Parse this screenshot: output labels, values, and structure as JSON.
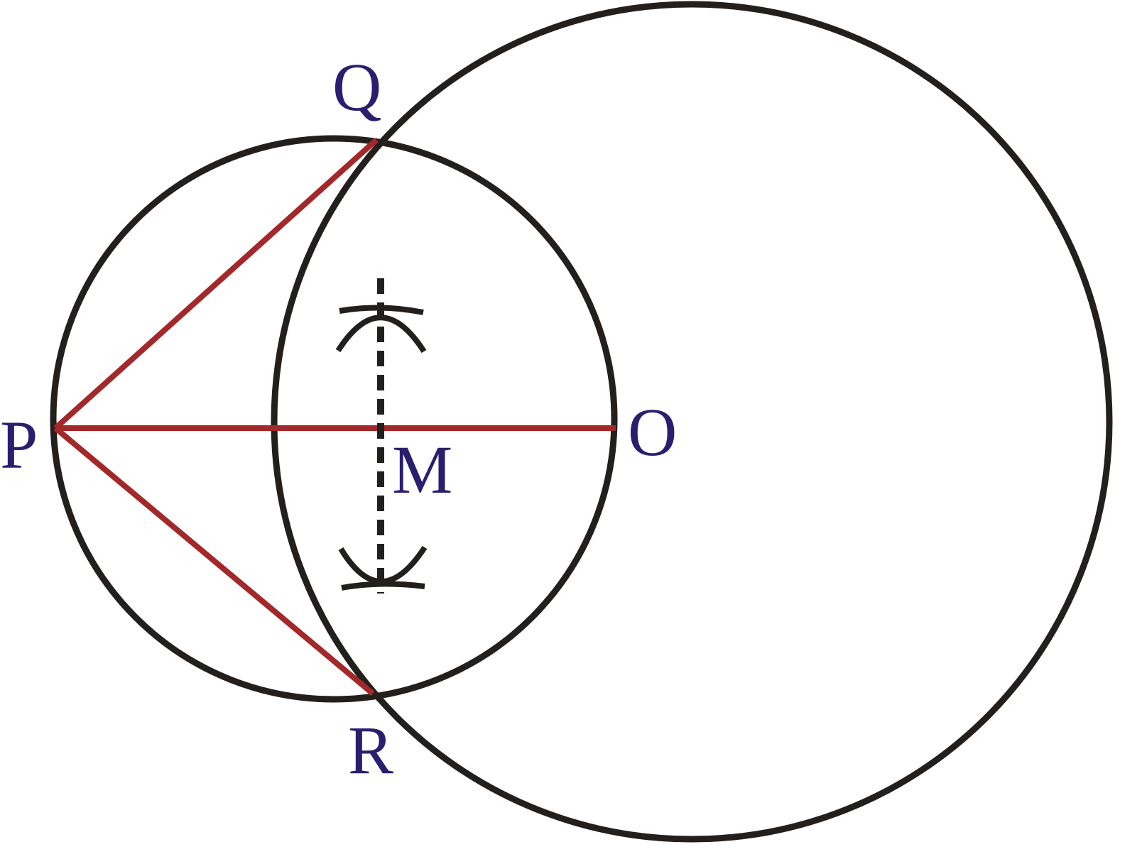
{
  "labels": {
    "P": "P",
    "Q": "Q",
    "R": "R",
    "O": "O",
    "M": "M"
  },
  "colors": {
    "circle": "#231f1c",
    "segment": "#a3282a",
    "label": "#2a1f6e"
  }
}
